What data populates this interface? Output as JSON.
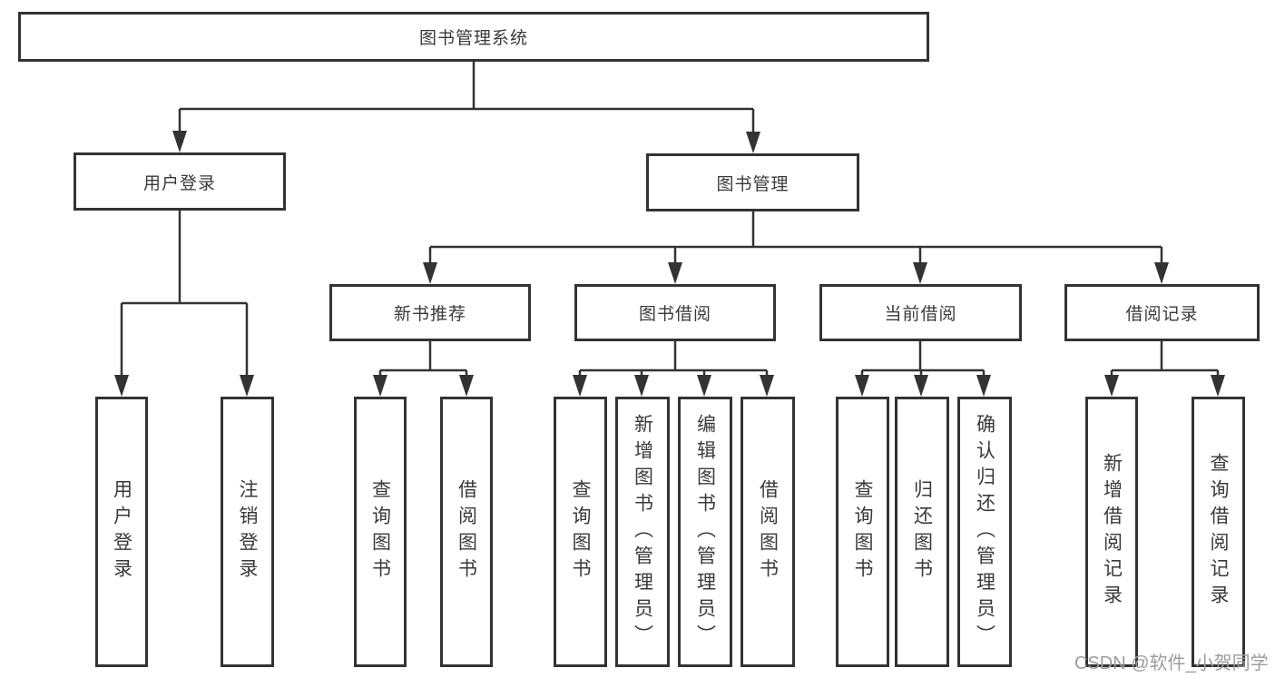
{
  "diagram": {
    "type": "hierarchy-tree",
    "watermark": "CSDN @软件_小贺同学",
    "nodes": {
      "root": "图书管理系统",
      "user_login": "用户登录",
      "book_mgmt": "图书管理",
      "new_books": "新书推荐",
      "book_borrow": "图书借阅",
      "current_borrow": "当前借阅",
      "borrow_records": "借阅记录",
      "leaf_user_login": "用户登录",
      "leaf_logout": "注销登录",
      "leaf_nb_query": "查询图书",
      "leaf_nb_borrow": "借阅图书",
      "leaf_bb_query": "查询图书",
      "leaf_bb_add": "新增图书（管理员）",
      "leaf_bb_edit": "编辑图书（管理员）",
      "leaf_bb_borrow": "借阅图书",
      "leaf_cb_query": "查询图书",
      "leaf_cb_return": "归还图书",
      "leaf_cb_confirm": "确认归还（管理员）",
      "leaf_br_add": "新增借阅记录",
      "leaf_br_query": "查询借阅记录"
    },
    "edges": [
      [
        "root",
        "user_login"
      ],
      [
        "root",
        "book_mgmt"
      ],
      [
        "user_login",
        "leaf_user_login"
      ],
      [
        "user_login",
        "leaf_logout"
      ],
      [
        "book_mgmt",
        "new_books"
      ],
      [
        "book_mgmt",
        "book_borrow"
      ],
      [
        "book_mgmt",
        "current_borrow"
      ],
      [
        "book_mgmt",
        "borrow_records"
      ],
      [
        "new_books",
        "leaf_nb_query"
      ],
      [
        "new_books",
        "leaf_nb_borrow"
      ],
      [
        "book_borrow",
        "leaf_bb_query"
      ],
      [
        "book_borrow",
        "leaf_bb_add"
      ],
      [
        "book_borrow",
        "leaf_bb_edit"
      ],
      [
        "book_borrow",
        "leaf_bb_borrow"
      ],
      [
        "current_borrow",
        "leaf_cb_query"
      ],
      [
        "current_borrow",
        "leaf_cb_return"
      ],
      [
        "current_borrow",
        "leaf_cb_confirm"
      ],
      [
        "borrow_records",
        "leaf_br_add"
      ],
      [
        "borrow_records",
        "leaf_br_query"
      ]
    ]
  },
  "colors": {
    "line": "#333333",
    "text": "#3a3a3a",
    "watermark": "#9c9c9c",
    "background": "#ffffff"
  }
}
